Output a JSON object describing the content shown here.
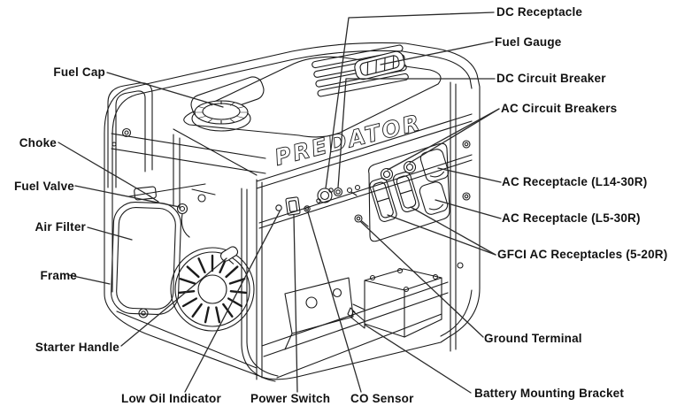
{
  "style": {
    "background": "#ffffff",
    "line_color": "#1a1a1a",
    "leader_color": "#2a2a2a",
    "label_color": "#111111"
  },
  "illustration": {
    "brand": "PREDATOR",
    "subject": "portable generator line-art"
  },
  "callouts": {
    "fuel_cap": "Fuel Cap",
    "choke": "Choke",
    "fuel_valve": "Fuel Valve",
    "air_filter": "Air Filter",
    "frame": "Frame",
    "starter_handle": "Starter Handle",
    "low_oil_indicator": "Low Oil Indicator",
    "power_switch": "Power Switch",
    "co_sensor": "CO Sensor",
    "dc_receptacle": "DC Receptacle",
    "fuel_gauge": "Fuel Gauge",
    "dc_circuit_breaker": "DC Circuit Breaker",
    "ac_circuit_breakers": "AC Circuit Breakers",
    "ac_receptacle_l14_30r": "AC Receptacle (L14-30R)",
    "ac_receptacle_l5_30r": "AC Receptacle (L5-30R)",
    "gfci_ac_receptacles": "GFCI AC Receptacles (5-20R)",
    "ground_terminal": "Ground Terminal",
    "battery_mounting_bracket": "Battery Mounting Bracket"
  }
}
